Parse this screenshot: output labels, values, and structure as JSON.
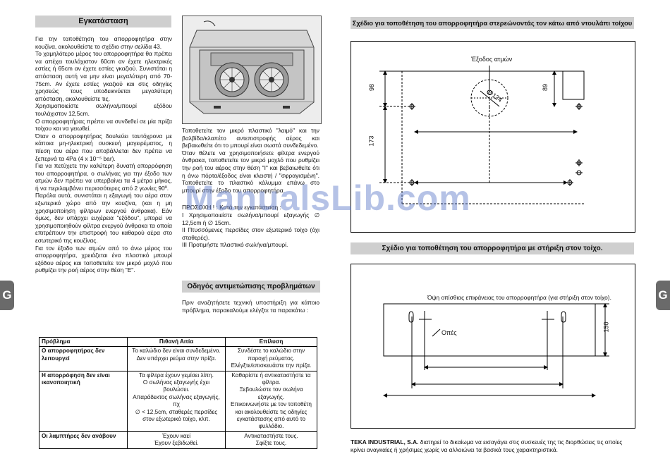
{
  "left": {
    "install_title": "Εγκατάσταση",
    "install_paragraphs": [
      "Για την τοποθέτηση του απορροφητήρα στην κουζίνα, ακολουθείστε το σχέδιο στην σελίδα 43.",
      "Το χαμηλότερο μέρος του απορροφητήρα θα πρέπει να απέχει τουλάχιστον 60cm αν έχετε ηλεκτρικές εστίες ή 65cm αν έχετε εστίες γκαζιού. Συνιστάται η απόσταση αυτή να μην είναι μεγαλύτερη από 70-75cm. Αν έχετε εστίες γκαζιού και στις οδηγίες χρησεώς τους υποδεικνύεται μεγαλύτερη απόσταση, ακολουθείστε τις.",
      "Χρησιμοποιείστε σωλήνα/μπουρί εξόδου τουλάχιστον 12,5cm.",
      "Ο απορροφητήρας πρέπει να συνδεθεί σε μία πρίζα τοίχου και να γειωθεί.",
      "Όταν ο απορροφητήρας δουλεύει ταυτόχρονα με κάποια μη-ηλεκτρική συσκευή μαγειρέματος, η πίεση του αέρα που αποβάλλεται δεν πρέπει να ξεπερνά τα 4Pa (4 x 10⁻⁵ bar).",
      "Για να πετύχετε την καλύτερη δυνατή απορρόφηση του απορροφητήρα, ο σωλήνας για την έξοδο των ατμών δεν πρέπει να υπερβαίνει τα 4 μέτρα μήκος, ή να περιλαμβάνει περισσότερες από 2 γωνίες 90º.",
      "Παρόλα αυτά, συνιστάται η εξαγωγή του αέρα στον εξωτερικό χώρο από την κουζίνα, (και η μη χρησιμοποίηση φίλτρων ενεργού άνθρακα). Εάν όμως, δεν υπάρχει ευχέρεια \"εξόδου\", μπορεί να χρησιμοποιηθούν φίλτρα ενεργού άνθρακα τα οποία επιτρέπουν την επιστροφή του καθαρού αέρα στο εσωτερικό της κουζίνας.",
      "Για τον έξοδο των ατμών από το άνω μέρος του απορροφητήρα, χρειάζεται ένα πλαστικό μπουρί εξόδου αέρος και τοποθετείτε τον μικρό μοχλό που ρυθμίζει την ροή αέρος στην θέση \"E\"."
    ],
    "g_tab": "G"
  },
  "middle": {
    "paragraph1": "Τοποθετείτε τον μικρό πλαστικό \"λαιμό\" και την βαλβίδα/κλαπέτο αντεπιστροφής αέρος και βεβαιωθείτε ότι το μπουρί είναι σωστά συνδεδεμένο.",
    "paragraph2": "Όταν θέλετε να χρησιμοποιήσετε φίλτρα ενεργού άνθρακα, τοποθετείτε τον μικρό μοχλό που ρυθμίζει την ροή του αέρος στην θέση \"I\" και βεβαιωθείτε ότι η άνω πόρτα/έξοδος είναι κλειστή / \"σφραγισμένη\". Τοποθετείτε το πλαστικό κάλυμμα επάνω στο μπουρί στην έξοδο του απορροφητήρα.",
    "caution_title": "ΠΡΟΣΟΧΗ ! : Κατά την εγκατάσταση :",
    "caution_items": [
      "I  Χρησιμοποιείστε σωλήνα/μπουρί εξαγωγής ∅ 12,5cm ή ∅ 15cm.",
      "II  Πτυσσόμενες περσίδες στον εξωτερικό τοίχο (όχι σταθερές).",
      "III  Προτιμήστε πλαστικό σωλήνα/μπουρί."
    ],
    "troubleshoot_title": "Οδηγός αντιμετώπισης προβλημάτων",
    "troubleshoot_intro": "Πριν αναζητήσετε τεχνική υποστήριξη για κάποιο πρόβλημα, παρακαλούμε ελέγξτε τα παρακάτω :"
  },
  "table": {
    "headers": [
      "Πρόβλημα",
      "Πιθανή Αιτία",
      "Επίλυση"
    ],
    "rows": [
      {
        "problem": "Ο απορροφητήρας δεν λειτουργεί",
        "cause": [
          "Το καλώδιο δεν είναι συνδεδεμένο.",
          "Δεν υπάρχει ρεύμα στην πρίζα."
        ],
        "solution": [
          "Συνδέστε το καλώδιο στην παροχή ρεύματος.",
          "Ελέγξτε/επισκευάστε την πρίζα."
        ]
      },
      {
        "problem": "Η απορρόφηση δεν είναι ικανοποιητική",
        "cause": [
          "Τα φίλτρα έχουν γεμίσει λίπη.",
          "Ο σωλήνας εξαγωγής έχει βουλώσει.",
          "Απαράδεκτος σωλήνας εξαγωγής, πχ",
          "∅ < 12,5cm, σταθερές περσίδες στον εξωτερικό τοίχο, κλπ."
        ],
        "solution": [
          "Καθαρίστε ή αντικαταστήστε τα φίλτρα.",
          "Ξεβουλώστε τον σωλήνα εξαγωγής.",
          "Επικοινωνήστε με τον τοποθέτη και ακολουθείστε τις οδηγίες εγκατάστασης από αυτό το φυλλάδιο."
        ]
      },
      {
        "problem": "Οι λαμπτήρες δεν ανάβουν",
        "cause": [
          "Έχουν καεί",
          "Έχουν ξεβιδωθεί."
        ],
        "solution": [
          "Αντικαταστήστε τους.",
          "Σφίξτε τους."
        ]
      }
    ]
  },
  "right": {
    "diagram1_title": "Σχέδιο για τοποθέτηση του απορροφητήρα στερεώνοντάς τον κάτω από ντουλάπι τοίχου",
    "steam_exit_label": "Έξοδος ατμών",
    "dim_98": "98",
    "dim_173": "173",
    "dim_89": "89",
    "dim_124": "∅124",
    "diagram2_title": "Σχέδιο για τοποθέτηση του απορροφητήρα με στήριξη στον τοίχο.",
    "rear_view_label": "Όψη οπίσθιας επιφάνειας του απορροφητήρα (για στήριξη στον τοίχο).",
    "holes_label": "Οπές",
    "dim_150": "150",
    "footer_brand": "TEKA INDUSTRIAL, S.A.",
    "footer_text": " διατηρεί το δικαίωμα να εισαγάγει στις συσκευές της τις διορθώσεις τις οποίες κρίνει αναγκαίες ή χρήσιμες χωρίς να αλλοιώνει τα βασικά τους χαρακτηριστικά.",
    "g_tab": "G"
  },
  "watermark": "ManualsLib.com"
}
